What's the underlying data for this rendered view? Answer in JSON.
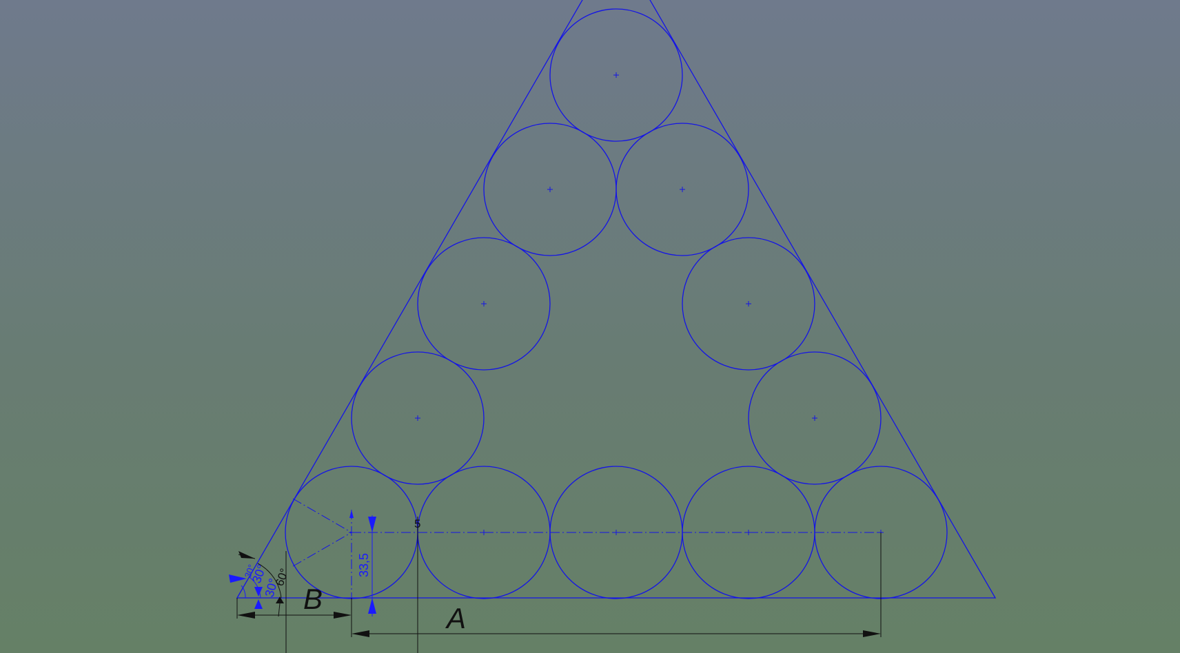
{
  "drawing": {
    "label_A": "A",
    "label_B": "B",
    "dim_height": "33,5",
    "dim_5": "5",
    "dim_60": "60°",
    "dim_30_a": "30°",
    "dim_30_b": "30°",
    "dim_30_c": "30°",
    "colors": {
      "geometry": "#1414e6",
      "dimension_black": "#111111",
      "dimension_blue": "#1a1aff"
    }
  }
}
